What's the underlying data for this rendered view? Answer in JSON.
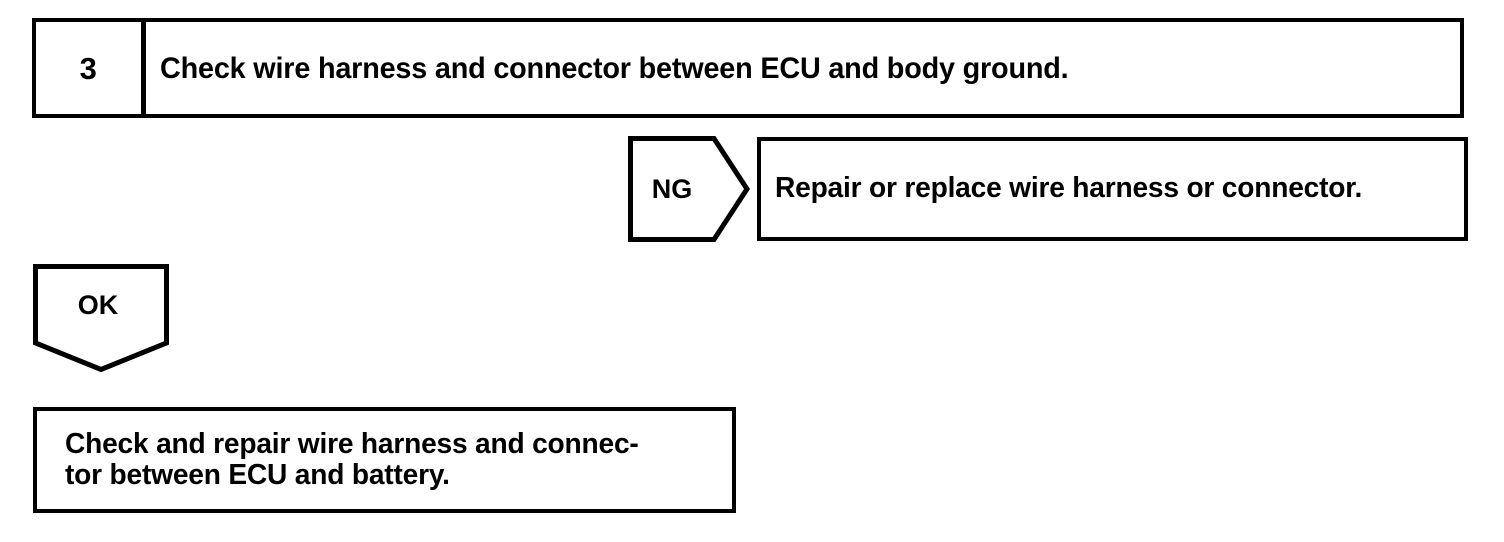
{
  "diagram": {
    "type": "troubleshooting-flowchart",
    "step": {
      "number": "3",
      "instruction": "Check wire harness and connector between ECU and body ground."
    },
    "branches": [
      {
        "result_label": "NG",
        "direction": "right",
        "action": "Repair or replace wire harness or connector."
      },
      {
        "result_label": "OK",
        "direction": "down",
        "action": "Check and repair wire harness and connec-\ntor between ECU and battery."
      }
    ],
    "colors": {
      "ink": "#000000",
      "paper": "#ffffff"
    }
  }
}
